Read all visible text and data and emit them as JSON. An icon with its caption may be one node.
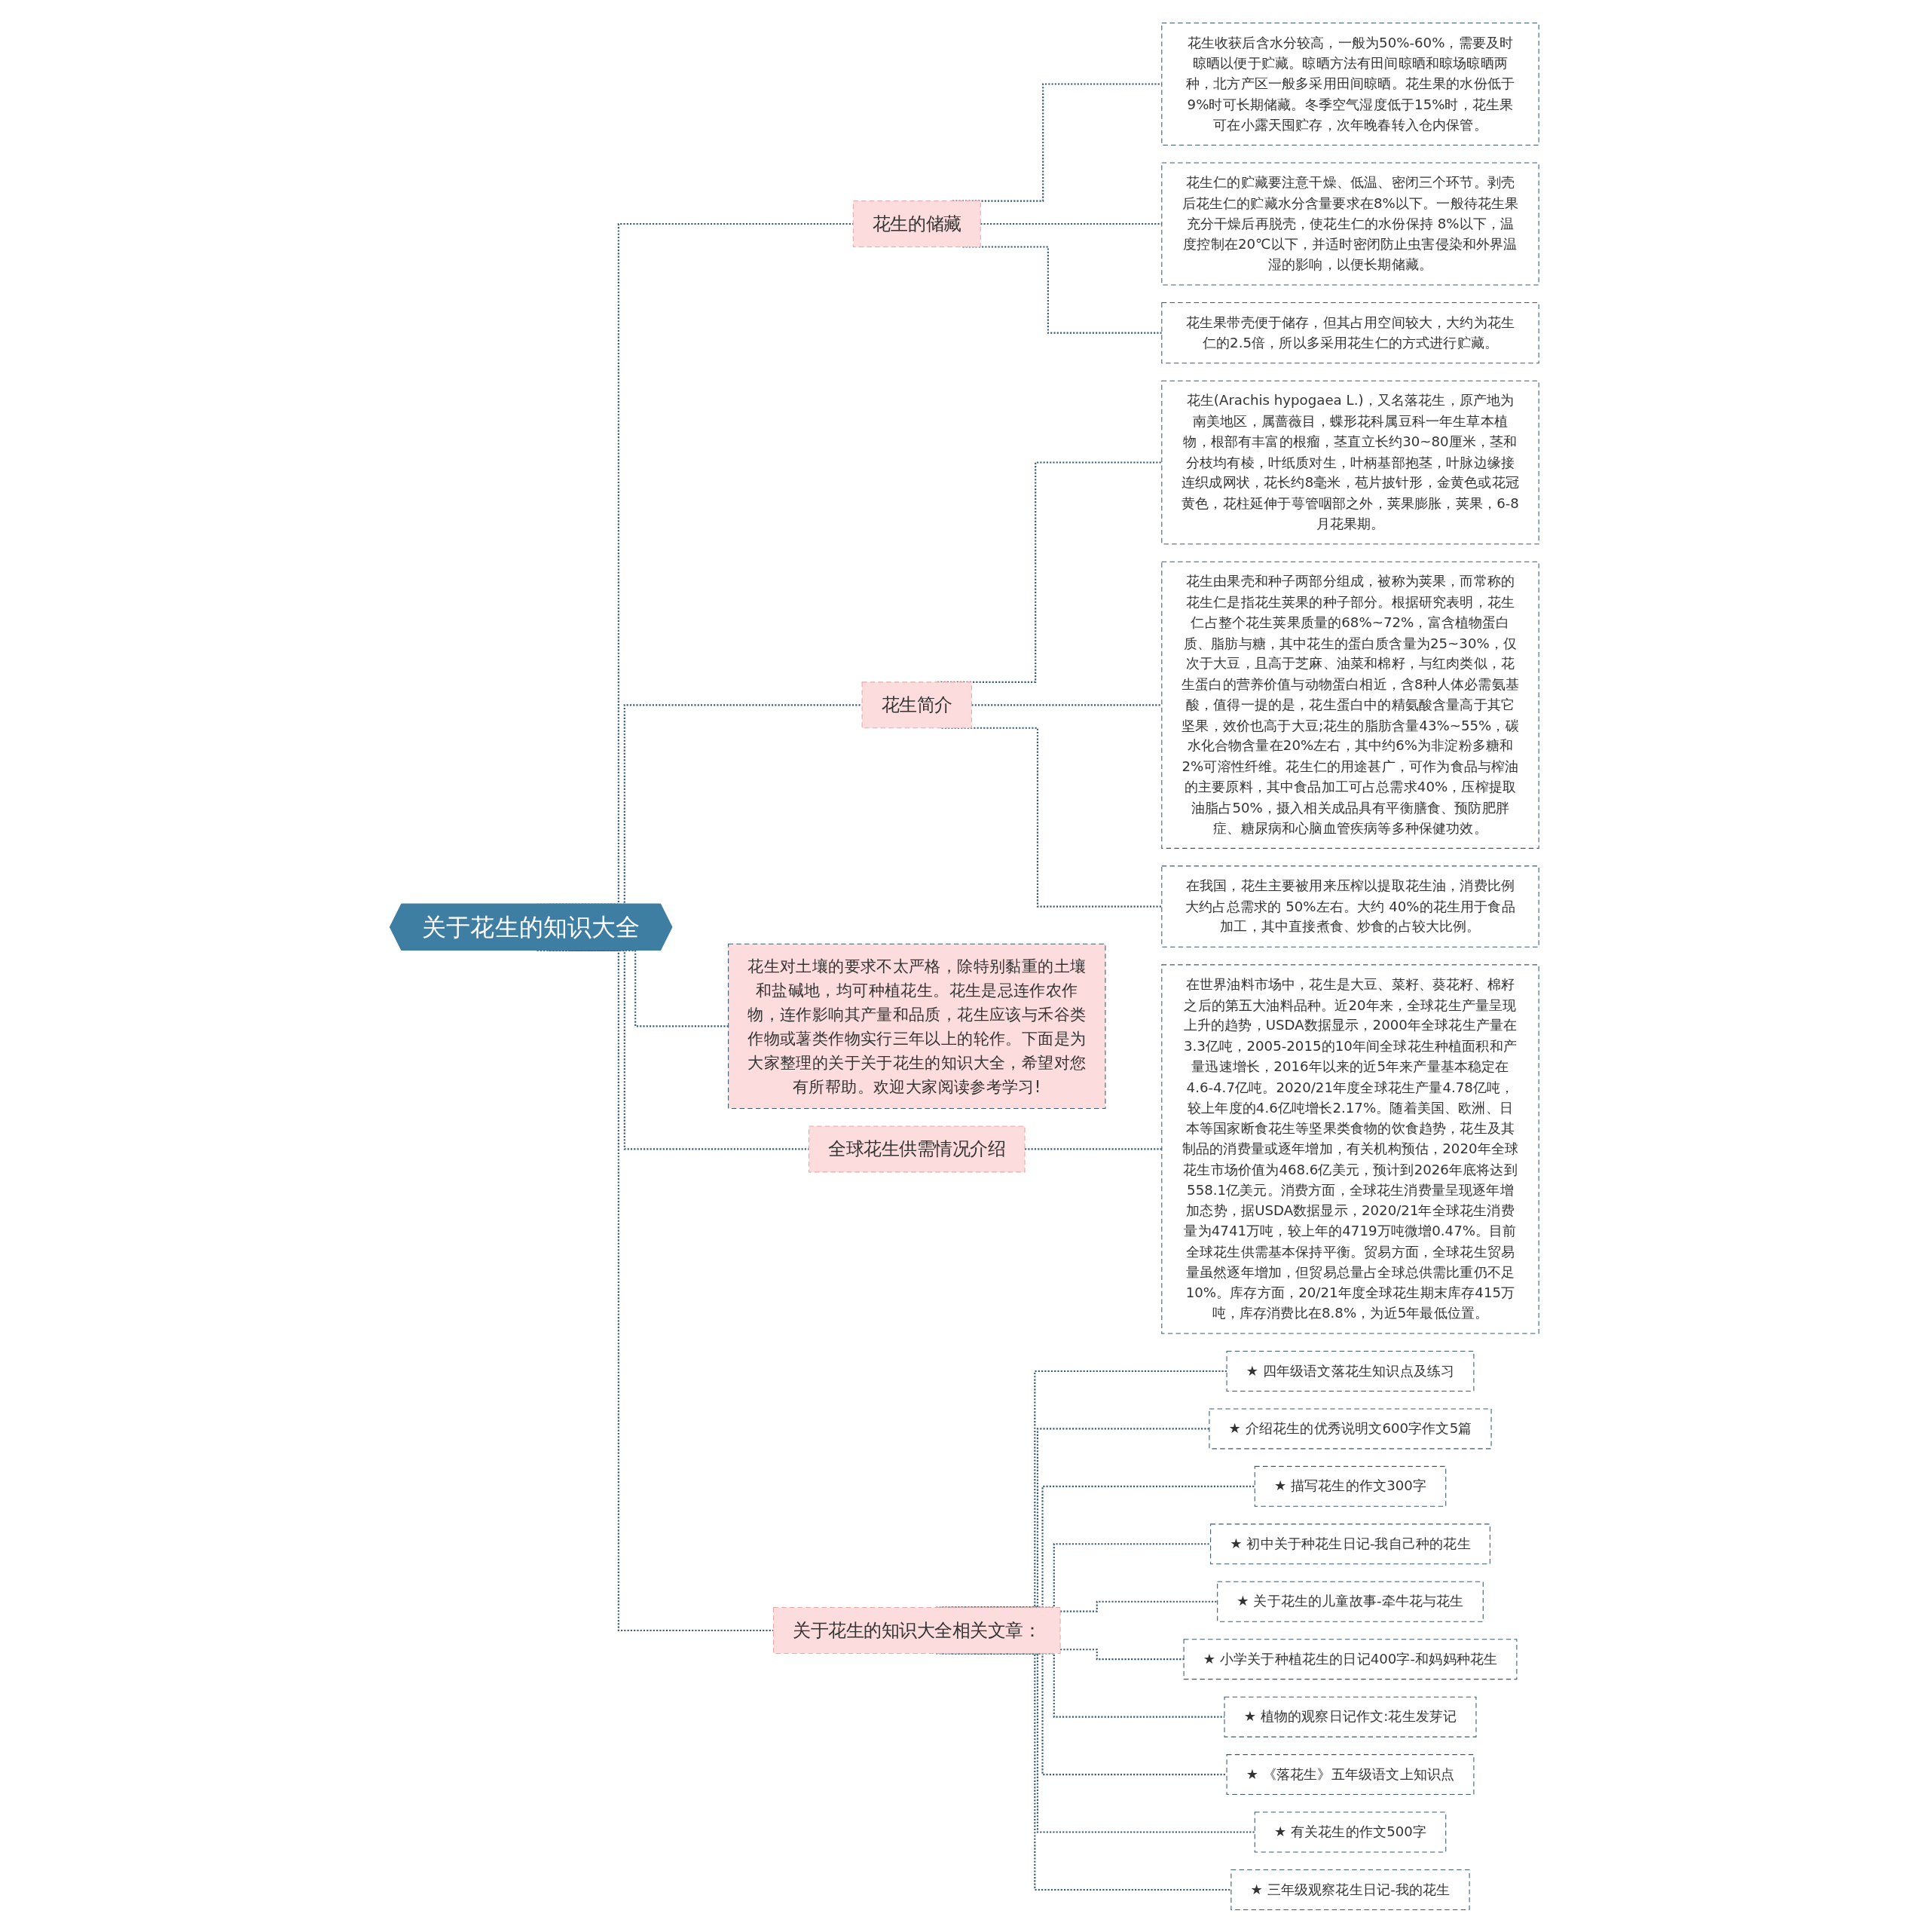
{
  "diagram": {
    "nodes": [
      {
        "text": [
          "关于花生的知识大全"
        ]
      },
      {
        "text": [
          "花生的储藏"
        ]
      },
      {
        "text": [
          "花生收获后含水分较高，一般为50%-60%，需要及时晾晒以便于贮藏。晾晒方法有田间晾晒和晾场晾晒两种，北方产区一般多采用田间晾晒。花生果的水份低于9%时可长期储藏。冬季空气湿度低于15%时，花生果可在小露天囤贮存，次年晚春转入仓内保管。"
        ]
      },
      {
        "text": [
          "花生仁的贮藏要注意干燥、低温、密闭三个环节。剥壳后花生仁的贮藏水分含量要求在8%以下。一般待花生果充分干燥后再脱壳，使花生仁的水份保持 8%以下，温度控制在20℃以下，并适时密闭防止虫害侵染和外界温湿的影响，以便长期储藏。"
        ]
      },
      {
        "text": [
          "花生果带壳便于储存，但其占用空间较大，大约为花生仁的2.5倍，所以多采用花生仁的方式进行贮藏。"
        ]
      },
      {
        "text": [
          "花生简介"
        ]
      },
      {
        "text": [
          "花生(Arachis hypogaea L.)，又名落花生，原产地为南美地区，属蔷薇目，蝶形花科属豆科一年生草本植物，根部有丰富的根瘤，茎直立长约30~80厘米，茎和分枝均有棱，叶纸质对生，叶柄基部抱茎，叶脉边缘接连织成网状，花长约8毫米，苞片披针形，金黄色或花冠黄色，花柱延伸于萼管咽部之外，荚果膨胀，荚果，6-8月花果期。"
        ]
      },
      {
        "text": [
          "花生由果壳和种子两部分组成，被称为荚果，而常称的花生仁是指花生荚果的种子部分。根据研究表明，花生仁占整个花生荚果质量的68%~72%，富含植物蛋白质、脂肪与糖，其中花生的蛋白质含量为25~30%，仅次于大豆，且高于芝麻、油菜和棉籽，与红肉类似，花生蛋白的营养价值与动物蛋白相近，含8种人体必需氨基酸，值得一提的是，花生蛋白中的精氨酸含量高于其它坚果，效价也高于大豆;花生的脂肪含量43%~55%，碳水化合物含量在20%左右，其中约6%为非淀粉多糖和2%可溶性纤维。花生仁的用途甚广，可作为食品与榨油的主要原料，其中食品加工可占总需求40%，压榨提取油脂占50%，摄入相关成品具有平衡膳食、预防肥胖症、糖尿病和心脑血管疾病等多种保健功效。"
        ]
      },
      {
        "text": [
          "在我国，花生主要被用来压榨以提取花生油，消费比例大约占总需求的 50%左右。大约 40%的花生用于食品加工，其中直接煮食、炒食的占较大比例。"
        ]
      },
      {
        "text": [
          "花生对土壤的要求不太严格，除特别黏重的土壤和盐碱地，均可种植花生。花生是忌连作农作物，连作影响其产量和品质，花生应该与禾谷类作物或薯类作物实行三年以上的轮作。下面是为大家整理的关于关于花生的知识大全，希望对您有所帮助。欢迎大家阅读参考学习!"
        ]
      },
      {
        "text": [
          "全球花生供需情况介绍"
        ]
      },
      {
        "text": [
          "在世界油料市场中，花生是大豆、菜籽、葵花籽、棉籽之后的第五大油料品种。近20年来，全球花生产量呈现上升的趋势，USDA数据显示，2000年全球花生产量在3.3亿吨，2005-2015的10年间全球花生种植面积和产量迅速增长，2016年以来的近5年来产量基本稳定在4.6-4.7亿吨。2020/21年度全球花生产量4.78亿吨，较上年度的4.6亿吨增长2.17%。随着美国、欧洲、日本等国家断食花生等坚果类食物的饮食趋势，花生及其制品的消费量或逐年增加，有关机构预估，2020年全球花生市场价值为468.6亿美元，预计到2026年底将达到558.1亿美元。消费方面，全球花生消费量呈现逐年增加态势，据USDA数据显示，2020/21年全球花生消费量为4741万吨，较上年的4719万吨微增0.47%。目前全球花生供需基本保持平衡。贸易方面，全球花生贸易量虽然逐年增加，但贸易总量占全球总供需比重仍不足10%。库存方面，20/21年度全球花生期末库存415万吨，库存消费比在8.8%，为近5年最低位置。"
        ]
      },
      {
        "text": [
          "关于花生的知识大全相关文章："
        ]
      },
      {
        "text": [
          "★ 四年级语文落花生知识点及练习"
        ]
      },
      {
        "text": [
          "★ 介绍花生的优秀说明文600字作文5篇"
        ]
      },
      {
        "text": [
          "★ 描写花生的作文300字"
        ]
      },
      {
        "text": [
          "★ 初中关于种花生日记-我自己种的花生"
        ]
      },
      {
        "text": [
          "★ 关于花生的儿童故事-牵牛花与花生"
        ]
      },
      {
        "text": [
          "★ 小学关于种植花生的日记400字-和妈妈种花生"
        ]
      },
      {
        "text": [
          "★ 植物的观察日记作文:花生发芽记"
        ]
      },
      {
        "text": [
          "★ 《落花生》五年级语文上知识点"
        ]
      },
      {
        "text": [
          "★ 有关花生的作文500字"
        ]
      },
      {
        "text": [
          "★ 三年级观察花生日记-我的花生"
        ]
      }
    ],
    "edges": [
      {
        "from": 0,
        "to": 1,
        "arrow": "none",
        "style": "dashed"
      },
      {
        "from": 1,
        "to": 2,
        "arrow": "none",
        "style": "dashed"
      },
      {
        "from": 1,
        "to": 3,
        "arrow": "none",
        "style": "dashed"
      },
      {
        "from": 1,
        "to": 4,
        "arrow": "none",
        "style": "dashed"
      },
      {
        "from": 0,
        "to": 5,
        "arrow": "none",
        "style": "dashed"
      },
      {
        "from": 5,
        "to": 6,
        "arrow": "none",
        "style": "dashed"
      },
      {
        "from": 5,
        "to": 7,
        "arrow": "none",
        "style": "dashed"
      },
      {
        "from": 5,
        "to": 8,
        "arrow": "none",
        "style": "dashed"
      },
      {
        "from": 0,
        "to": 9,
        "arrow": "none",
        "style": "dashed"
      },
      {
        "from": 0,
        "to": 10,
        "arrow": "none",
        "style": "dashed"
      },
      {
        "from": 10,
        "to": 11,
        "arrow": "none",
        "style": "dashed"
      },
      {
        "from": 0,
        "to": 12,
        "arrow": "none",
        "style": "dashed"
      },
      {
        "from": 12,
        "to": 13,
        "arrow": "none",
        "style": "dashed"
      },
      {
        "from": 12,
        "to": 14,
        "arrow": "none",
        "style": "dashed"
      },
      {
        "from": 12,
        "to": 15,
        "arrow": "none",
        "style": "dashed"
      },
      {
        "from": 12,
        "to": 16,
        "arrow": "none",
        "style": "dashed"
      },
      {
        "from": 12,
        "to": 17,
        "arrow": "none",
        "style": "dashed"
      },
      {
        "from": 12,
        "to": 18,
        "arrow": "none",
        "style": "dashed"
      },
      {
        "from": 12,
        "to": 19,
        "arrow": "none",
        "style": "dashed"
      },
      {
        "from": 12,
        "to": 20,
        "arrow": "none",
        "style": "dashed"
      },
      {
        "from": 12,
        "to": 21,
        "arrow": "none",
        "style": "dashed"
      },
      {
        "from": 12,
        "to": 22,
        "arrow": "none",
        "style": "dashed"
      }
    ]
  }
}
